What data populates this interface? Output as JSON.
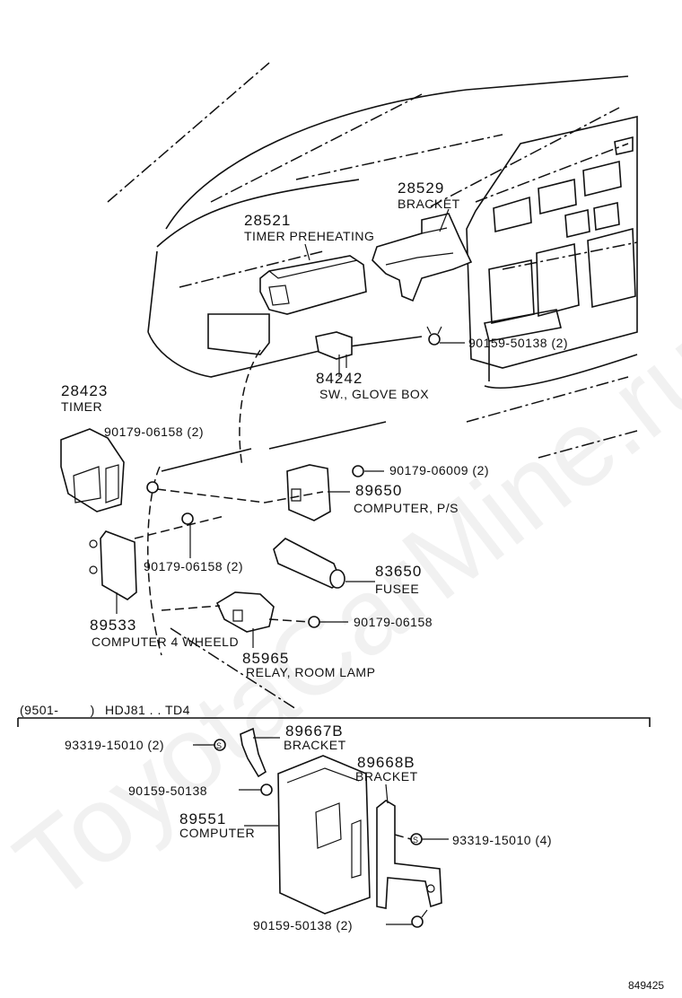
{
  "watermark": "ToyotaCarMine.ru",
  "diagram_id": "849425",
  "section_header": {
    "date_range": "(9501-        )",
    "model": "HDJ81 . . TD4"
  },
  "parts": [
    {
      "number": "28529",
      "name": "BRACKET"
    },
    {
      "number": "28521",
      "name": "TIMER PREHEATING"
    },
    {
      "number": "90159-50138 (2)",
      "name": ""
    },
    {
      "number": "84242",
      "name": "SW., GLOVE BOX"
    },
    {
      "number": "28423",
      "name": "TIMER"
    },
    {
      "number": "90179-06158 (2)",
      "name": ""
    },
    {
      "number": "90179-06009 (2)",
      "name": ""
    },
    {
      "number": "89650",
      "name": "COMPUTER, P/S"
    },
    {
      "number": "90179-06158 (2)",
      "name": ""
    },
    {
      "number": "83650",
      "name": "FUSEE"
    },
    {
      "number": "89533",
      "name": "COMPUTER 4 WHEELD"
    },
    {
      "number": "90179-06158",
      "name": ""
    },
    {
      "number": "85965",
      "name": "RELAY, ROOM LAMP"
    },
    {
      "number": "89667B",
      "name": "BRACKET"
    },
    {
      "number": "93319-15010 (2)",
      "name": ""
    },
    {
      "number": "89668B",
      "name": "BRACKET"
    },
    {
      "number": "90159-50138",
      "name": ""
    },
    {
      "number": "89551",
      "name": "COMPUTER"
    },
    {
      "number": "93319-15010 (4)",
      "name": ""
    },
    {
      "number": "90159-50138 (2)",
      "name": ""
    }
  ]
}
